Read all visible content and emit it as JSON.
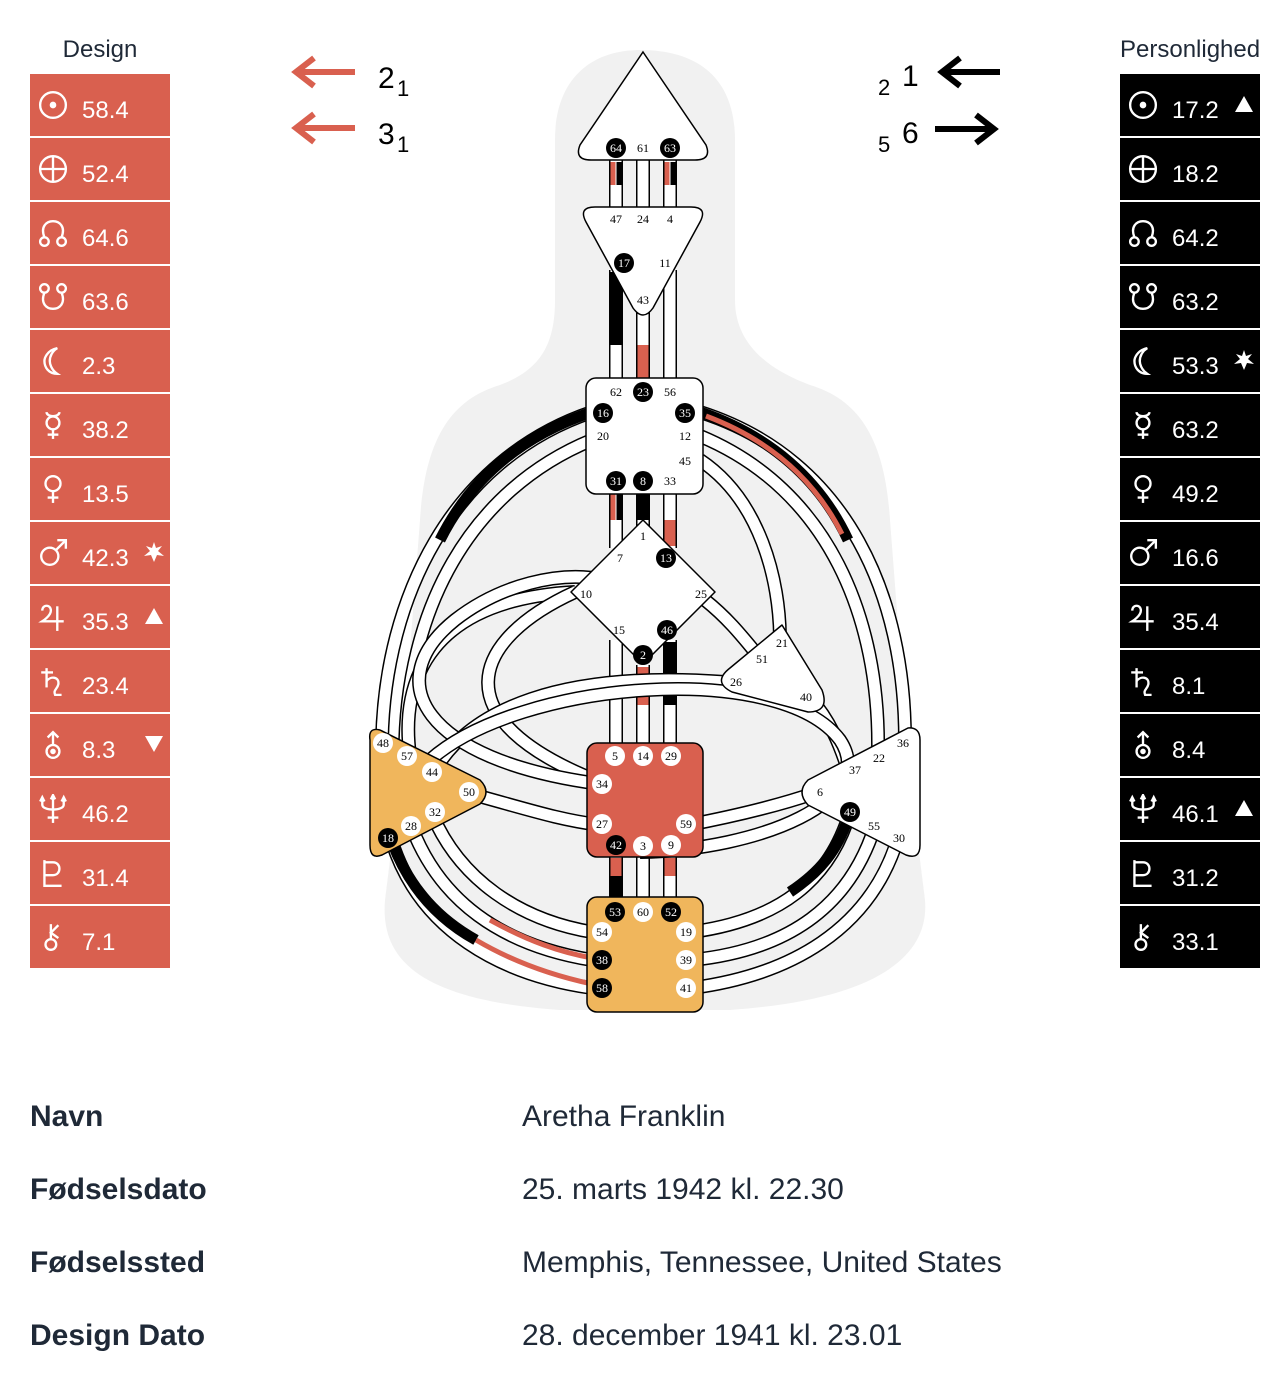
{
  "design": {
    "title": "Design",
    "color": "#d9604f",
    "planets": [
      {
        "symbol": "sun-icon",
        "value": "58.4"
      },
      {
        "symbol": "earth-icon",
        "value": "52.4"
      },
      {
        "symbol": "north-node-icon",
        "value": "64.6"
      },
      {
        "symbol": "south-node-icon",
        "value": "63.6"
      },
      {
        "symbol": "moon-icon",
        "value": "2.3"
      },
      {
        "symbol": "mercury-icon",
        "value": "38.2"
      },
      {
        "symbol": "venus-icon",
        "value": "13.5"
      },
      {
        "symbol": "mars-icon",
        "value": "42.3",
        "mark": "star"
      },
      {
        "symbol": "jupiter-icon",
        "value": "35.3",
        "mark": "triangle-up"
      },
      {
        "symbol": "saturn-icon",
        "value": "23.4"
      },
      {
        "symbol": "uranus-icon",
        "value": "8.3",
        "mark": "triangle-down"
      },
      {
        "symbol": "neptune-icon",
        "value": "46.2"
      },
      {
        "symbol": "pluto-icon",
        "value": "31.4"
      },
      {
        "symbol": "chiron-icon",
        "value": "7.1"
      }
    ]
  },
  "personality": {
    "title": "Personlighed",
    "color": "#000000",
    "planets": [
      {
        "symbol": "sun-icon",
        "value": "17.2",
        "mark": "triangle-up"
      },
      {
        "symbol": "earth-icon",
        "value": "18.2"
      },
      {
        "symbol": "north-node-icon",
        "value": "64.2"
      },
      {
        "symbol": "south-node-icon",
        "value": "63.2"
      },
      {
        "symbol": "moon-icon",
        "value": "53.3",
        "mark": "star"
      },
      {
        "symbol": "mercury-icon",
        "value": "63.2"
      },
      {
        "symbol": "venus-icon",
        "value": "49.2"
      },
      {
        "symbol": "mars-icon",
        "value": "16.6"
      },
      {
        "symbol": "jupiter-icon",
        "value": "35.4"
      },
      {
        "symbol": "saturn-icon",
        "value": "8.1"
      },
      {
        "symbol": "uranus-icon",
        "value": "8.4"
      },
      {
        "symbol": "neptune-icon",
        "value": "46.1",
        "mark": "triangle-up"
      },
      {
        "symbol": "pluto-icon",
        "value": "31.2"
      },
      {
        "symbol": "chiron-icon",
        "value": "33.1"
      }
    ]
  },
  "arrows": {
    "design_top": {
      "big": "2",
      "small": "1",
      "direction": "left"
    },
    "design_bottom": {
      "big": "3",
      "small": "1",
      "direction": "left"
    },
    "personality_top": {
      "small": "2",
      "big": "1",
      "direction": "left"
    },
    "personality_bottom": {
      "small": "5",
      "big": "6",
      "direction": "right"
    }
  },
  "centers": {
    "head": {
      "gates": [
        "64",
        "61",
        "63"
      ]
    },
    "ajna": {
      "gates": [
        "47",
        "24",
        "4",
        "17",
        "11",
        "43"
      ]
    },
    "throat": {
      "gates": [
        "62",
        "23",
        "56",
        "16",
        "35",
        "20",
        "12",
        "45",
        "31",
        "8",
        "33"
      ]
    },
    "g": {
      "gates": [
        "1",
        "7",
        "13",
        "10",
        "25",
        "15",
        "46",
        "2"
      ]
    },
    "heart": {
      "gates": [
        "21",
        "51",
        "26",
        "40"
      ]
    },
    "spleen": {
      "gates": [
        "48",
        "57",
        "44",
        "50",
        "32",
        "28",
        "18"
      ],
      "color": "#f0b65c"
    },
    "sacral": {
      "gates": [
        "5",
        "14",
        "29",
        "34",
        "27",
        "59",
        "42",
        "3",
        "9"
      ],
      "color": "#d9604f"
    },
    "solar_plexus": {
      "gates": [
        "36",
        "22",
        "37",
        "6",
        "49",
        "55",
        "30"
      ]
    },
    "root": {
      "gates": [
        "53",
        "60",
        "52",
        "54",
        "19",
        "38",
        "39",
        "58",
        "41"
      ],
      "color": "#f0b65c"
    }
  },
  "activated_gates": [
    "64",
    "63",
    "17",
    "23",
    "16",
    "35",
    "31",
    "8",
    "13",
    "46",
    "2",
    "18",
    "42",
    "49",
    "53",
    "52",
    "38",
    "58"
  ],
  "info": [
    {
      "key": "Navn",
      "value": "Aretha Franklin"
    },
    {
      "key": "Fødselsdato",
      "value": "25. marts 1942 kl. 22.30"
    },
    {
      "key": "Fødselssted",
      "value": "Memphis, Tennessee, United States"
    },
    {
      "key": "Design Dato",
      "value": "28. december 1941 kl. 23.01"
    }
  ]
}
